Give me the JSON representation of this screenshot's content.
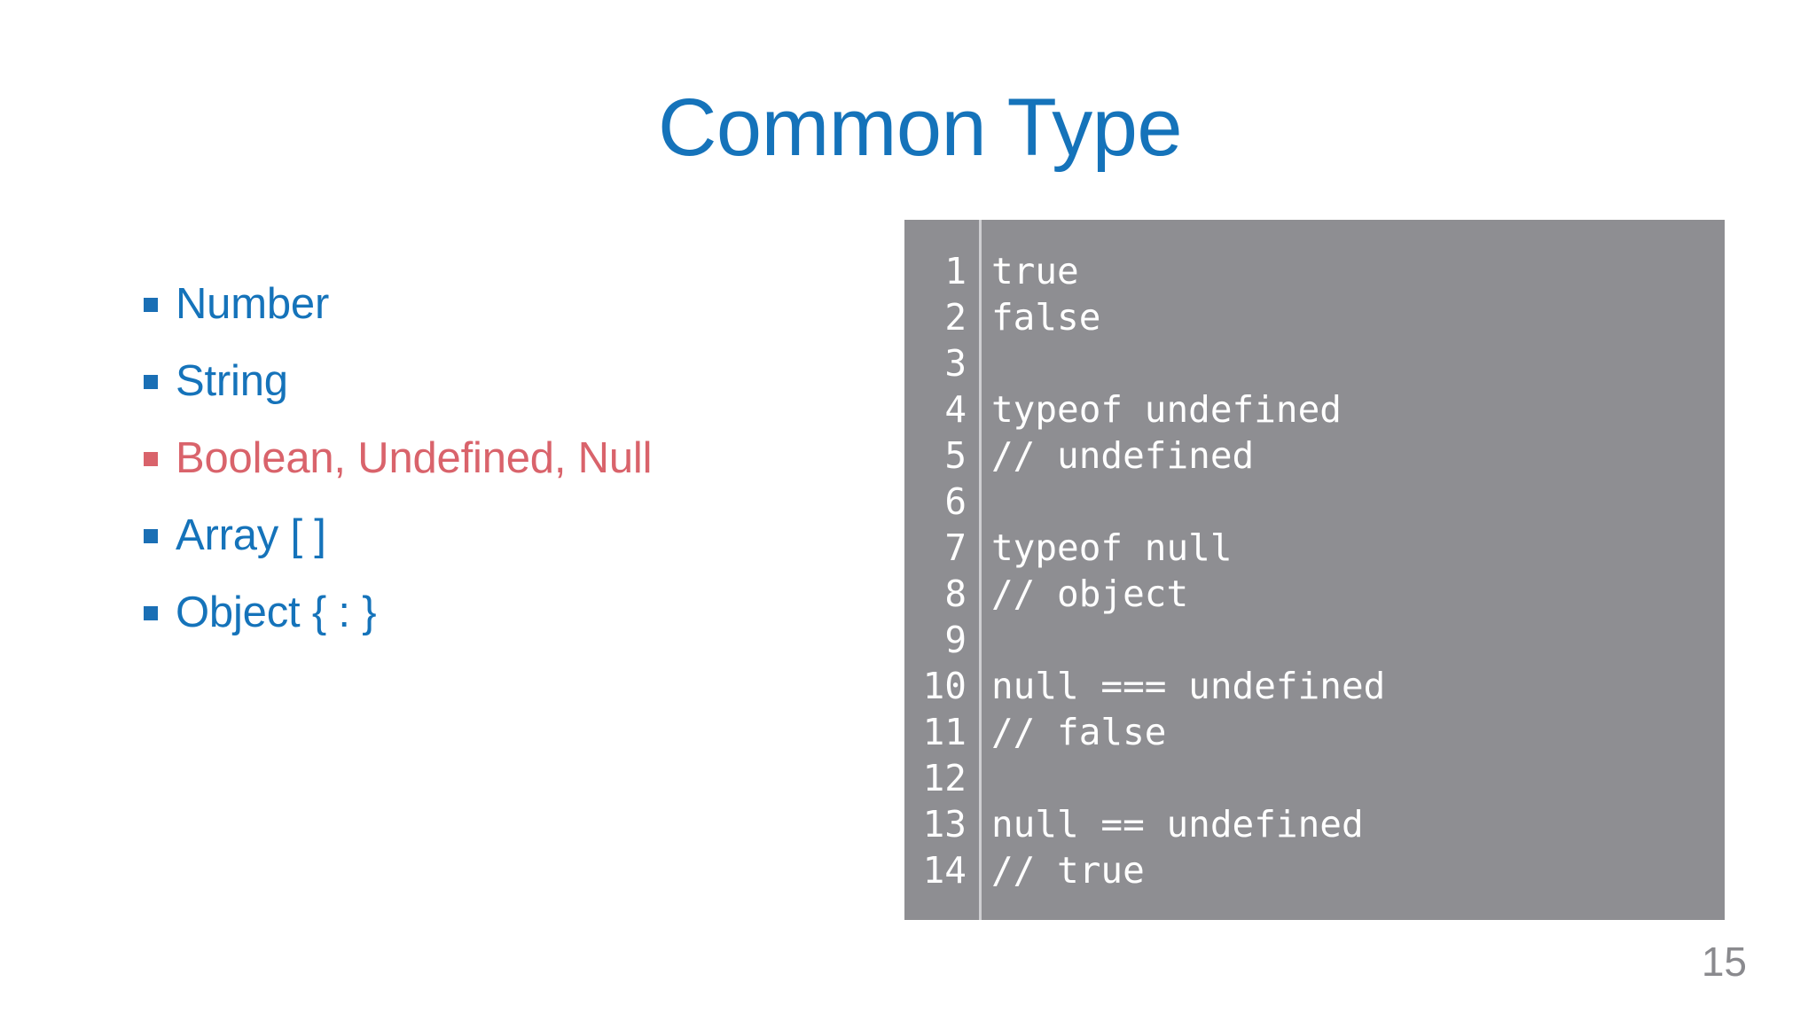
{
  "slide": {
    "title": "Common Type",
    "page_number": "15",
    "background_color": "#ffffff",
    "title_color": "#1573ba"
  },
  "bullets": {
    "items": [
      {
        "label": "Number",
        "color": "#1573ba",
        "accent": "blue"
      },
      {
        "label": "String",
        "color": "#1573ba",
        "accent": "blue"
      },
      {
        "label": "Boolean, Undefined, Null",
        "color": "#d9636b",
        "accent": "red"
      },
      {
        "label": "Array [ ]",
        "color": "#1573ba",
        "accent": "blue"
      },
      {
        "label": "Object { : }",
        "color": "#1573ba",
        "accent": "blue"
      }
    ]
  },
  "code_block": {
    "background_color": "#8e8e92",
    "text_color": "#ffffff",
    "lines": [
      {
        "number": "1",
        "code": "true"
      },
      {
        "number": "2",
        "code": "false"
      },
      {
        "number": "3",
        "code": ""
      },
      {
        "number": "4",
        "code": "typeof undefined"
      },
      {
        "number": "5",
        "code": "// undefined"
      },
      {
        "number": "6",
        "code": ""
      },
      {
        "number": "7",
        "code": "typeof null"
      },
      {
        "number": "8",
        "code": "// object"
      },
      {
        "number": "9",
        "code": ""
      },
      {
        "number": "10",
        "code": "null === undefined"
      },
      {
        "number": "11",
        "code": "// false"
      },
      {
        "number": "12",
        "code": ""
      },
      {
        "number": "13",
        "code": "null == undefined"
      },
      {
        "number": "14",
        "code": "// true"
      }
    ]
  }
}
